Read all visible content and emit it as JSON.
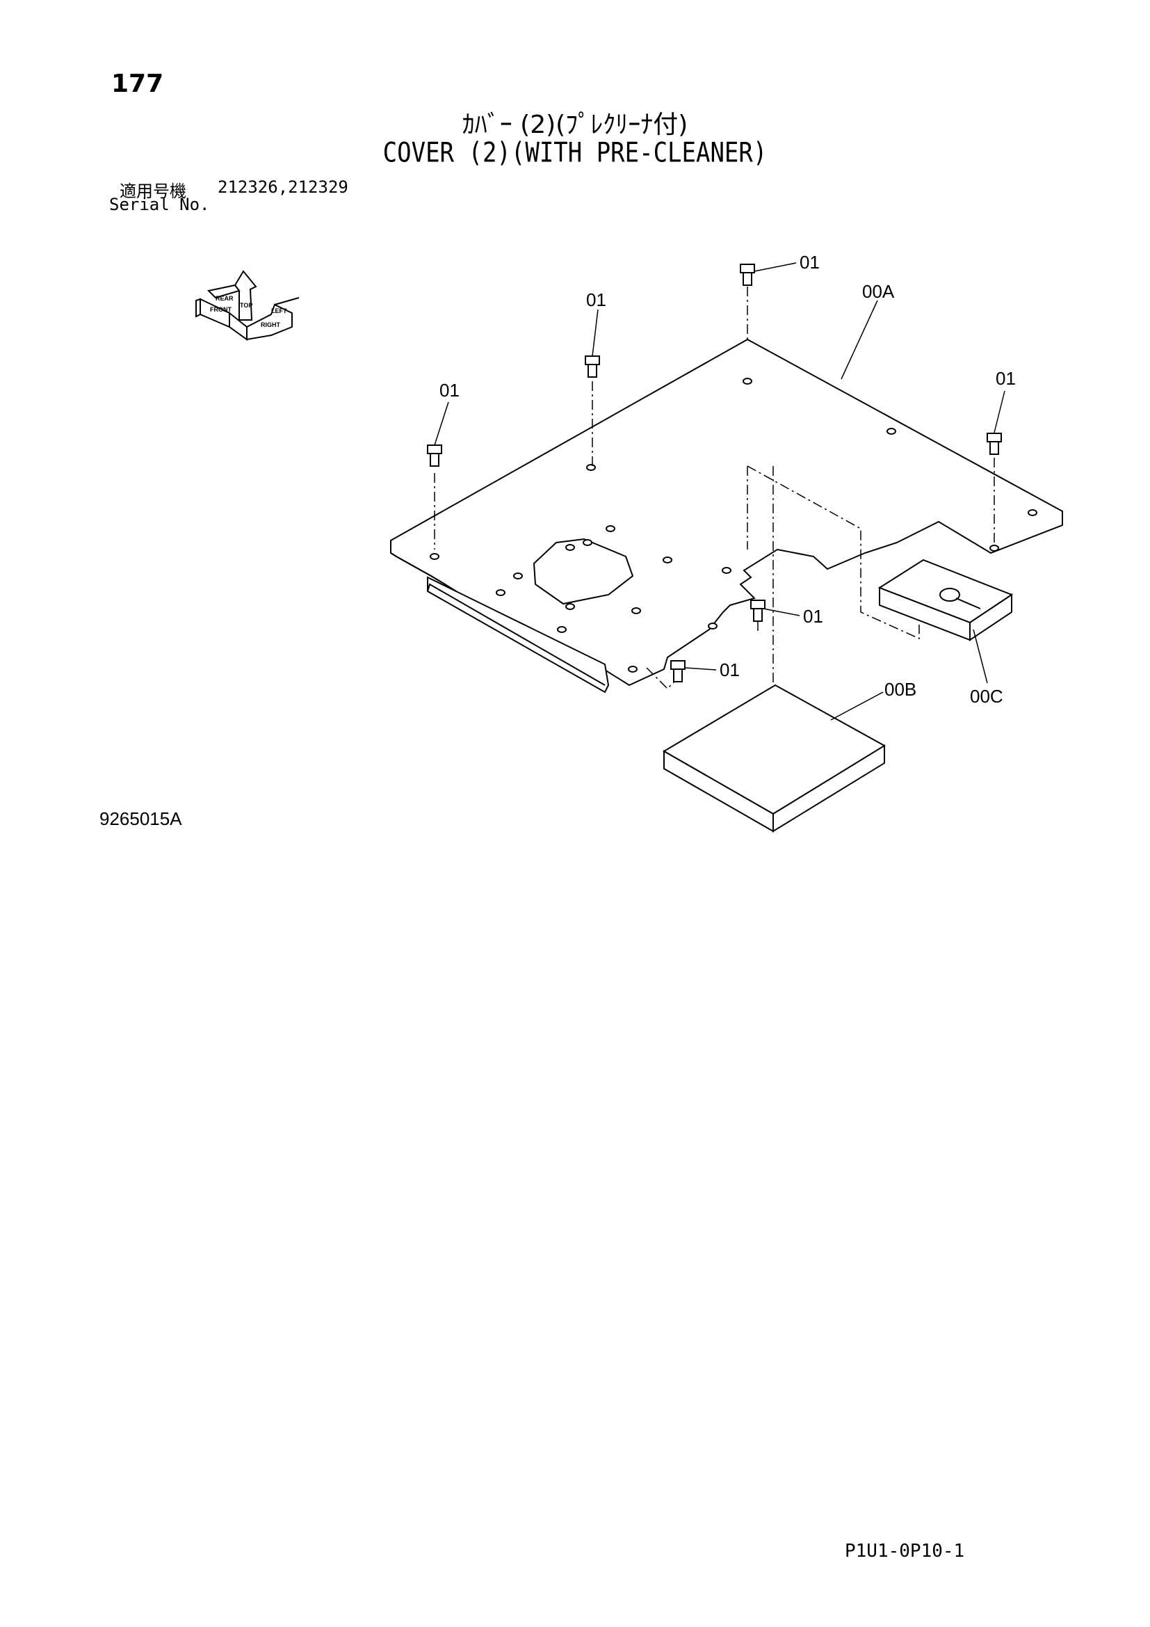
{
  "header": {
    "page_number": "177",
    "title_jp": "ｶﾊﾞｰ (2)(ﾌﾟﾚｸﾘｰﾅ付)",
    "title_en": "COVER (2)(WITH PRE-CLEANER)",
    "serial_label_jp": "適用号機",
    "serial_label_en": "Serial No.",
    "serial_values": "212326,212329"
  },
  "orientation_icon": {
    "labels": {
      "rear": "REAR",
      "front": "FRONT",
      "top": "TOP",
      "right": "RIGHT",
      "left": "LEFT"
    }
  },
  "callouts": {
    "bolt": "01",
    "cover": "00A",
    "pad_b": "00B",
    "pad_c": "00C"
  },
  "footer": {
    "drawing_number": "9265015A",
    "page_code": "P1U1-0P10-1"
  },
  "colors": {
    "ink": "#000000",
    "paper": "#ffffff"
  }
}
